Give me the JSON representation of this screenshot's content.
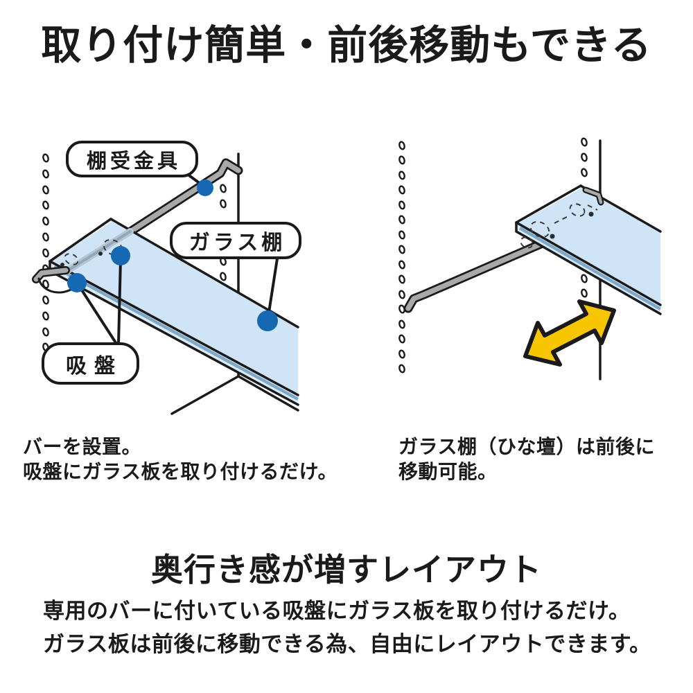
{
  "title": "取り付け簡単・前後移動もできる",
  "left_diagram": {
    "callout_bracket": "棚受金具",
    "callout_glass": "ガラス棚",
    "callout_suction": "吸盤",
    "caption_line1": "バーを設置。",
    "caption_line2": "吸盤にガラス板を取り付けるだけ。"
  },
  "right_diagram": {
    "caption_line1": "ガラス棚（ひな壇）は前後に",
    "caption_line2": "移動可能。"
  },
  "bottom_section": {
    "heading": "奥行き感が増すレイアウト",
    "body_line1": "専用のバーに付いている吸盤にガラス板を取り付けるだけ。",
    "body_line2": "ガラス板は前後に移動できる為、自由にレイアウトできます。"
  },
  "colors": {
    "outline": "#1a1a1a",
    "glass_blue": "#cfe4f6",
    "glass_edge_band": "#dcebf8",
    "glass_edge_stripe": "#7fa9c9",
    "bar_gray": "#a9a9a9",
    "marker_blue": "#1668b3",
    "arrow_yellow": "#f7c600"
  }
}
